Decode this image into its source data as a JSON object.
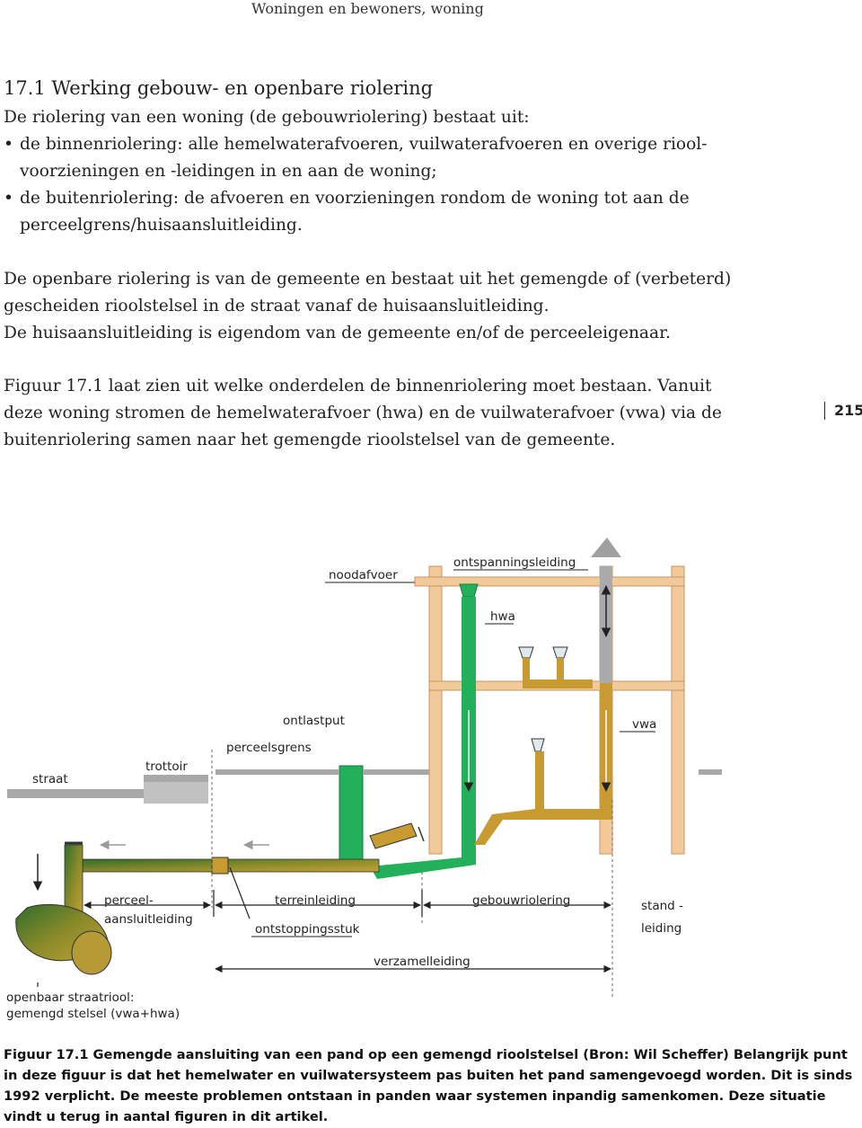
{
  "header": {
    "running_title": "Woningen en bewoners, woning"
  },
  "section": {
    "title": "17.1 Werking gebouw- en openbare riolering"
  },
  "paragraphs": {
    "p1_intro": "De riolering van een woning (de gebouwriolering) bestaat uit:",
    "bullet1_line1": "de binnenriolering: alle hemelwaterafvoeren, vuilwaterafvoeren en overige riool-",
    "bullet1_line2": "voorzieningen en -leidingen in en aan de woning;",
    "bullet2_line1": "de buitenriolering: de afvoeren en voorzieningen rondom de woning tot aan de",
    "bullet2_line2": "perceelgrens/huisaansluitleiding.",
    "p2_line1": "De openbare riolering is van de gemeente en bestaat uit het gemengde of (verbeterd)",
    "p2_line2": "gescheiden rioolstelsel in de straat vanaf de huisaansluitleiding.",
    "p2_line3": "De huisaansluitleiding is eigendom van de gemeente en/of de perceeleigenaar.",
    "p3_line1": "Figuur 17.1 laat zien uit welke onderdelen de binnenriolering moet bestaan. Vanuit",
    "p3_line2": "deze woning stromen de hemelwaterafvoer (hwa) en de vuilwaterafvoer (vwa) via de",
    "p3_line3": "buitenriolering samen naar het gemengde rioolstelsel van de gemeente."
  },
  "page_number": "215",
  "figure_labels": {
    "noodafvoer": "noodafvoer",
    "ontspanningsleiding": "ontspanningsleiding",
    "hwa": "hwa",
    "ontlastput": "ontlastput",
    "vwa": "vwa",
    "perceelsgrens": "perceelsgrens",
    "straat": "straat",
    "trottoir": "trottoir",
    "perceel": "perceel-",
    "aansluitleiding": "aansluitleiding",
    "terreinleiding": "terreinleiding",
    "ontstoppingsstuk": "ontstoppingsstuk",
    "gebouwriolering": "gebouwriolering",
    "standleiding_1": "stand -",
    "standleiding_2": "leiding",
    "verzamelleiding": "verzamelleiding",
    "straatriool_1": "openbaar straatriool:",
    "straatriool_2": "gemengd stelsel (vwa+hwa)"
  },
  "colors": {
    "hwa_green": "#22b05a",
    "vwa_ochre": "#c89a32",
    "mixed_olive": "#6e7a2a",
    "frame_tan": "#f2c99a",
    "frame_outline": "#c8955c",
    "vent_gray": "#aaaaaa"
  },
  "caption": {
    "text": "Figuur 17.1 Gemengde aansluiting van een pand op een gemengd rioolstelsel (Bron: Wil Scheffer) Belangrijk punt in deze figuur is dat het hemelwater en vuilwatersysteem pas buiten het pand samengevoegd worden. Dit is sinds 1992 verplicht. De meeste problemen ontstaan in panden waar systemen inpandig samenkomen. Deze situatie vindt u terug in aantal figuren in dit artikel."
  }
}
